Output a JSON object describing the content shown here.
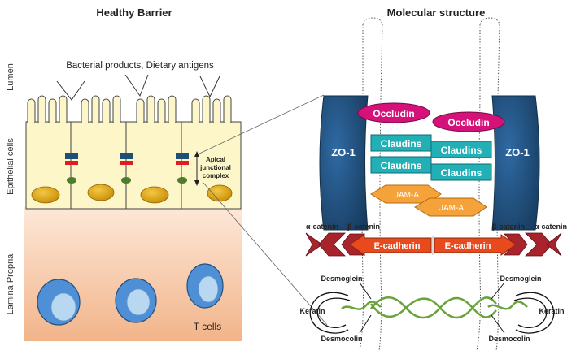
{
  "left_panel": {
    "title": "Healthy Barrier",
    "region_labels": {
      "lumen": "Lumen",
      "epithelial": "Epithelial cells",
      "lamina": "Lamina Propria"
    },
    "antigens_label": "Bacterial products, Dietary antigens",
    "ajc_label_line1": "Apical",
    "ajc_label_line2": "junctional",
    "ajc_label_line3": "complex",
    "t_cells_label": "T cells"
  },
  "right_panel": {
    "title": "Molecular structure",
    "zo1_left": "ZO-1",
    "zo1_right": "ZO-1",
    "occludin_1": "Occludin",
    "occludin_2": "Occludin",
    "claudins": [
      "Claudins",
      "Claudins",
      "Claudins",
      "Claudins"
    ],
    "jam_a_1": "JAM-A",
    "jam_a_2": "JAM-A",
    "alpha_catenin_left": "α-catenin",
    "beta_catenin_left": "β-catenin",
    "beta_catenin_right": "β-catenin",
    "alpha_catenin_right": "α-catenin",
    "e_cadherin_1": "E-cadherin",
    "e_cadherin_2": "E-cadherin",
    "desmoglein_left": "Desmoglein",
    "desmoglein_right": "Desmoglein",
    "keratin_left": "Keratin",
    "keratin_right": "Keratin",
    "desmocolin_left": "Desmocolin",
    "desmocolin_right": "Desmocolin"
  },
  "colors": {
    "lumen_cells": "#fdf6c8",
    "lamina": "#f6c9a8",
    "zo1": "#1f4e79",
    "occludin": "#d4127a",
    "claudin": "#22b0b6",
    "jam": "#f6a23a",
    "cadherin": "#e8491d",
    "catenin": "#a8232b",
    "desmosome": "#6aa33a",
    "tcell_outer": "#4f8fd6",
    "tcell_inner": "#b8d8f2",
    "nucleus": "#e0a810"
  }
}
